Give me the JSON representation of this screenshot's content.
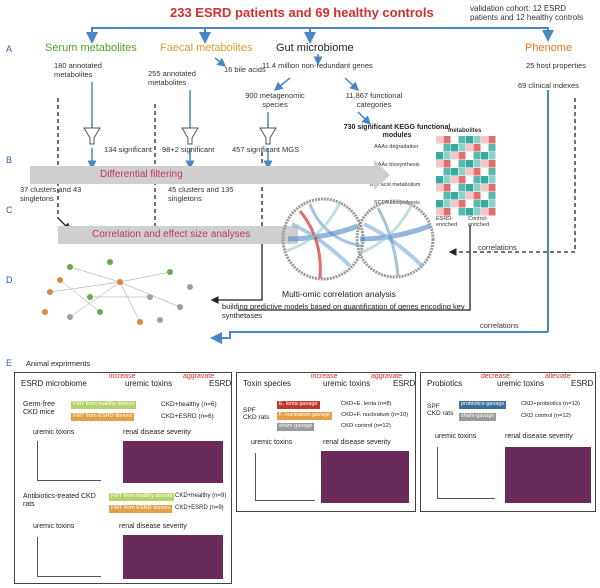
{
  "title": "233 ESRD  patients and 69 healthy controls",
  "validation": "validation cohort: 12 ESRD patients and 12 healthy controls",
  "letters": [
    "A",
    "B",
    "C",
    "D",
    "E"
  ],
  "categories": {
    "serum": "Serum metabolites",
    "faecal": "Faecal metabolites",
    "gut": "Gut microbiome",
    "phenome": "Phenome"
  },
  "serum": {
    "annotated": "180 annotated metabolites",
    "significant": "134 significant",
    "clusters": "37 clusters and 43 singletons"
  },
  "faecal": {
    "annotated": "255 annotated metabolites",
    "bile": "16 bile acids",
    "significant": "98+2 significant",
    "clusters": "45 clusters and 135 singletons"
  },
  "gut": {
    "genes": "11.4 million non-redundant genes",
    "species": "900 metagenomic species",
    "functional": "11,867 functional categories",
    "mgs": "457 significant MGS",
    "kegg": "730 significant KEGG functional modules"
  },
  "phenome": {
    "host": "25 host properties",
    "clinical": "69 clinical indexes"
  },
  "heatmap": {
    "title": "metabolites",
    "rows": [
      "AAAs degradation",
      "AAAs biosynthesis",
      "Bile acid metabolism",
      "SCFA biosynthesis"
    ],
    "cols": [
      "ESRD-enriched",
      "Control-enriched"
    ]
  },
  "bands": {
    "filtering": "Differential filtering",
    "correlation": "Correlation and effect size analyses"
  },
  "labels": {
    "multiomic": "Multi-omic correlation analysis",
    "predictive": "building predictive models based on quantification of genes encoding key synthetases",
    "correlations1": "correlations",
    "correlations2": "correlations"
  },
  "animal": {
    "header": "Animal exprirments",
    "box1": {
      "flow": [
        "ESRD microbiome",
        "increase",
        "uremic toxins",
        "aggravate",
        "ESRD"
      ],
      "germfree": "Germ-free CKD mice",
      "fmt_healthy": "FMT from healthy donors",
      "fmt_esrd": "FMT from ESRD donors",
      "res1": "CKD+healthy (n=6)",
      "res2": "CKD+ESRD (n=6)",
      "uremic": "uremic toxins",
      "renal": "renal disease severity",
      "antibiotics": "Antibiotics-treated CKD rats",
      "fmt_healthy2": "FMT from healthy donors",
      "fmt_esrd2": "FMT from ESRD donors",
      "res3": "CKD+healthy (n=9)",
      "res4": "CKD+ESRD (n=9)",
      "uremic2": "uremic toxins",
      "renal2": "renal disease severity"
    },
    "box2": {
      "flow": [
        "Toxin species",
        "increase",
        "uremic toxins",
        "aggravate",
        "ESRD"
      ],
      "spf": "SPF CKD rats",
      "g1": "E. lenta-gavage",
      "g2": "F. nucleatum-gavage",
      "g3": "sham-gavage",
      "r1": "CKD+E. lenta (n=8)",
      "r2": "CKD+F. nucleatum (n=10)",
      "r3": "CKD control (n=12)",
      "uremic": "uremic toxins",
      "renal": "renal disease severity"
    },
    "box3": {
      "flow": [
        "Probiotics",
        "decrease",
        "uremic toxins",
        "alleviate",
        "ESRD"
      ],
      "spf": "SPF CKD rats",
      "g1": "probiotics-gavage",
      "g2": "sham-gavage",
      "r1": "CKD+probiotics (n=13)",
      "r2": "CKD control (n=12)",
      "uremic": "uremic toxins",
      "renal": "renal disease severity"
    }
  },
  "colors": {
    "title": "#d0312d",
    "serum": "#5b9a2f",
    "faecal": "#d4a02a",
    "phenome": "#e07a1f",
    "band": "#cfcfcf",
    "band_text": "#c0306a",
    "arrow": "#4a86c5"
  }
}
